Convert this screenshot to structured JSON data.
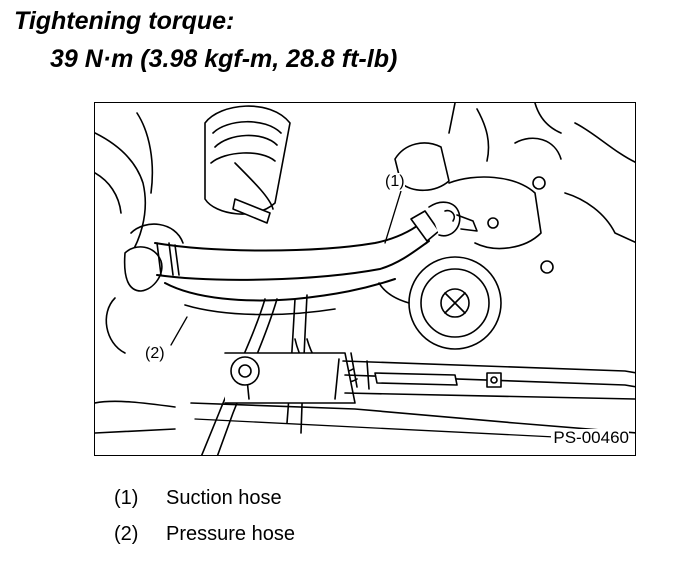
{
  "heading": {
    "label": "Tightening torque:",
    "value": "39 N·m (3.98 kgf-m, 28.8 ft-lb)"
  },
  "figure": {
    "code": "PS-00460",
    "callout_1": "(1)",
    "callout_2": "(2)"
  },
  "legend": [
    {
      "num": "(1)",
      "text": "Suction hose"
    },
    {
      "num": "(2)",
      "text": "Pressure hose"
    }
  ]
}
